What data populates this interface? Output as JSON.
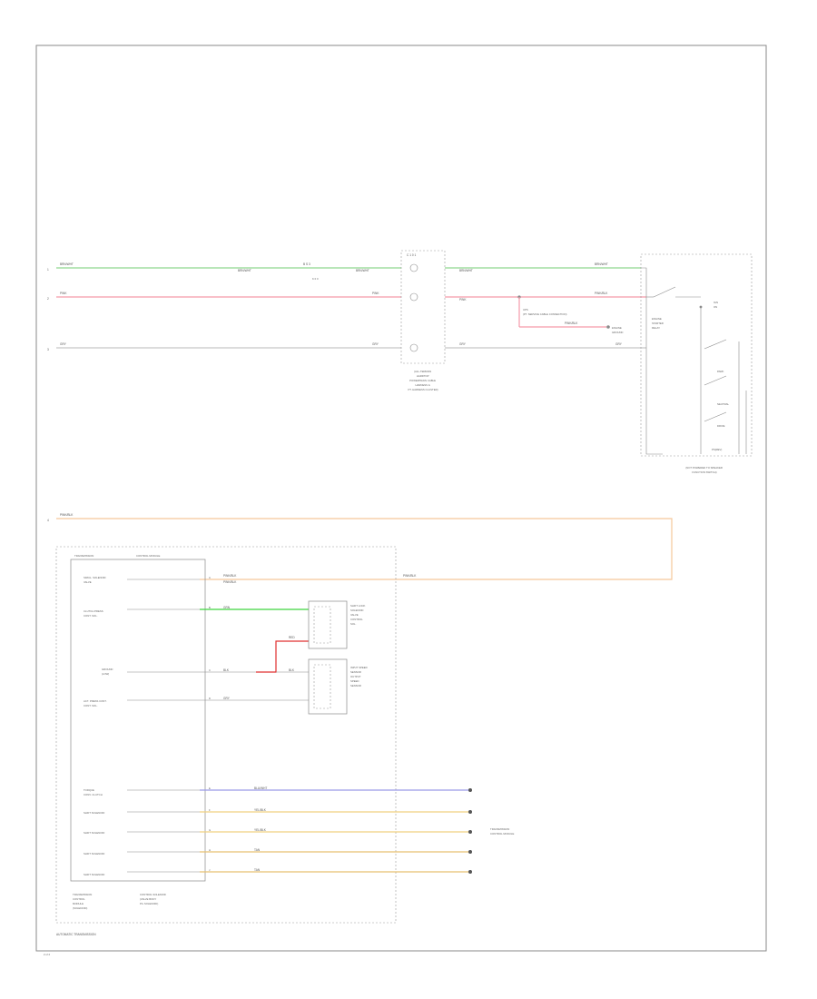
{
  "diagram_title": "AUTOMATIC TRANSMISSION",
  "page_mark": "2 of 2",
  "row_markers": [
    "1",
    "2",
    "3",
    "4"
  ],
  "colors": {
    "brn_wht": "#8fd88f",
    "pink": "#f59aa9",
    "gry": "#c8c8c8",
    "orange": "#f5c89a",
    "green": "#3fd43f",
    "red": "#e03030",
    "blue": "#9a9ae6",
    "yellow": "#f0d080",
    "tan": "#e8c070"
  },
  "top_wires": [
    {
      "left_label": "BRN/WHT",
      "mid_label": "BRN/WHT",
      "mid_label2": "BRN/WHT",
      "right_label": "BRN/WHT",
      "far_label": "BRN/WHT",
      "splice": "B  S 3",
      "splice_sub": "K 0 0"
    },
    {
      "left_label": "PINK",
      "mid_label": "PINK",
      "right_label": "PINK",
      "far_label": "PINK/BLK"
    },
    {
      "left_label": "GRY",
      "mid_label": "GRY",
      "right_label": "GRY",
      "far_label": "GRY"
    }
  ],
  "connector_center": {
    "title": "C 1 0 1",
    "caption": [
      "(ALL-TERRAIN",
      "HARDTOP",
      "POWERTRAIN CABLE",
      "HARNESS &",
      "PT. HARNESS CLUSTER)"
    ]
  },
  "branch": {
    "label": [
      "UPS",
      "(PT. SERVICE CABLE CONNECTION)"
    ],
    "wire_label": "PINK/BLK",
    "term": [
      "ENGINE",
      "GROUND"
    ]
  },
  "switch_box": {
    "label": [
      "ENGINE",
      "STARTER",
      "RELAY"
    ],
    "lights": [
      "PARK",
      "NEUTRAL",
      "DRIVE"
    ],
    "sub": [
      "IGN",
      "ON"
    ],
    "bottom": "PS(REV)",
    "caption": [
      "(NOT POWERED TO SPEAKER",
      "FUNCTION SWITCH)"
    ]
  },
  "long_wire": {
    "label": "PINK/BLK",
    "label2": "PINK/BLK",
    "label3": "PINK/BLK"
  },
  "module": {
    "header": [
      "TRANSMISSION",
      "CONTROL MODULE"
    ],
    "left_caption": [
      "TRANSMISSION",
      "CONTROL",
      "MODULE",
      "(SOLENOID)"
    ],
    "right_caption": [
      "CONTROL SOLENOID",
      "(VALVE BODY",
      "P/L SOLENOID)"
    ],
    "pins": [
      {
        "name": [
          "SIMUL. SOLENOID",
          "VALVE"
        ],
        "wire": "PINK/BLK",
        "pin": "A"
      },
      {
        "name": [
          "CLUTCH PRESS",
          "CONT. SOL."
        ],
        "wire": "GRN",
        "pin": "B"
      },
      {
        "name": [
          "GROUND",
          "(LOW)"
        ],
        "wire": "BLK",
        "pin": "C",
        "wire2": "RED",
        "wire3": "BLK"
      },
      {
        "name": [
          "ACT. PRESS CONT.",
          "CONT. SOL."
        ],
        "wire": "GRY",
        "pin": "D"
      }
    ],
    "bottom_pins": [
      {
        "name": [
          "TORQUE",
          "CONV. CLUTCH"
        ],
        "wire": "BLU/WHT",
        "pin": "E"
      },
      {
        "name": [
          "SHIFT SOLENOID"
        ],
        "wire": "YEL/BLK",
        "pin": "F"
      },
      {
        "name": [
          "SHIFT SOLENOID"
        ],
        "wire": "YEL/BLK",
        "pin": "G"
      },
      {
        "name": [
          "SHIFT SOLENOID"
        ],
        "wire": "TAN",
        "pin": "H"
      },
      {
        "name": [
          "SHIFT SOLENOID"
        ],
        "wire": "TAN",
        "pin": "J"
      }
    ]
  },
  "sensors": [
    {
      "label": [
        "SHIFT LOCK",
        "SOLENOID",
        "VALVE",
        "CONTROL",
        "SOL."
      ]
    },
    {
      "label": [
        "INPUT SPEED",
        "SENSOR",
        "OUTPUT",
        "SPEED",
        "SENSOR"
      ]
    }
  ],
  "data_link_note": [
    "TRANSMISSION",
    "CONTROL MODULE"
  ]
}
